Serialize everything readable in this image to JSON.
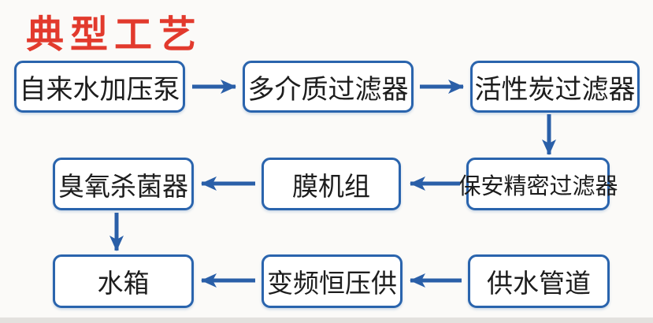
{
  "title": {
    "text": "典型工艺"
  },
  "colors": {
    "title_red": "#e23a2d",
    "box_border_blue": "#2a64ad",
    "arrow_blue": "#2a5fa8",
    "box_text": "#1d1d1d",
    "background": "#fbfaf8",
    "bottom_strip": "#e3e1de"
  },
  "nodes": [
    {
      "id": "tap-water-pump",
      "label": "自来水加压泵"
    },
    {
      "id": "multi-media-filter",
      "label": "多介质过滤器"
    },
    {
      "id": "activated-carbon-filter",
      "label": "活性炭过滤器"
    },
    {
      "id": "security-precision-filter",
      "label": "保安精密过滤器"
    },
    {
      "id": "membrane-unit",
      "label": "膜机组"
    },
    {
      "id": "ozone-sterilizer",
      "label": "臭氧杀菌器"
    },
    {
      "id": "water-tank",
      "label": "水箱"
    },
    {
      "id": "vfd-constant-pressure",
      "label": "变频恒压供"
    },
    {
      "id": "water-supply-pipeline",
      "label": "供水管道"
    }
  ],
  "edges": [
    {
      "from": "tap-water-pump",
      "to": "multi-media-filter",
      "direction": "right"
    },
    {
      "from": "multi-media-filter",
      "to": "activated-carbon-filter",
      "direction": "right"
    },
    {
      "from": "activated-carbon-filter",
      "to": "security-precision-filter",
      "direction": "down"
    },
    {
      "from": "security-precision-filter",
      "to": "membrane-unit",
      "direction": "left"
    },
    {
      "from": "membrane-unit",
      "to": "ozone-sterilizer",
      "direction": "left"
    },
    {
      "from": "ozone-sterilizer",
      "to": "water-tank",
      "direction": "down"
    },
    {
      "from": "water-supply-pipeline",
      "to": "vfd-constant-pressure",
      "direction": "left"
    },
    {
      "from": "vfd-constant-pressure",
      "to": "water-tank",
      "direction": "left"
    }
  ]
}
